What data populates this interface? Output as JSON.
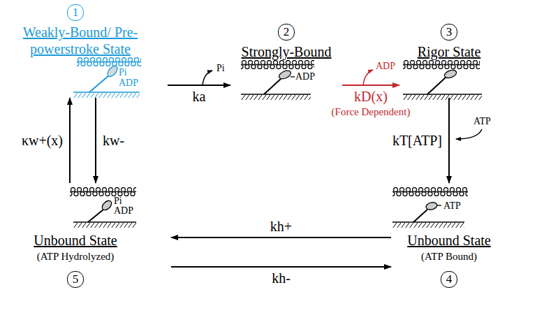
{
  "diagram": {
    "nodes": [
      {
        "text": [
          "1",
          "Weakly-Bound/ Pre-powerstroke State"
        ]
      },
      {
        "text": [
          "2",
          "Strongly-Bound"
        ]
      },
      {
        "text": [
          "3",
          "Rigor State"
        ]
      },
      {
        "text": [
          "4",
          "Unbound State",
          "(ATP Bound)"
        ]
      },
      {
        "text": [
          "5",
          "Unbound State",
          "(ATP Hydrolyzed)"
        ]
      }
    ],
    "edges": [
      {
        "from": 0,
        "to": 1,
        "arrow": "to",
        "label": "ka"
      },
      {
        "from": 1,
        "to": 2,
        "arrow": "to",
        "label": "kD(x)"
      },
      {
        "from": 2,
        "to": 3,
        "arrow": "to",
        "label": "kT[ATP]"
      },
      {
        "from": 3,
        "to": 4,
        "arrow": "to",
        "label": "kh+"
      },
      {
        "from": 4,
        "to": 3,
        "arrow": "to",
        "label": "kh-"
      },
      {
        "from": 4,
        "to": 0,
        "arrow": "to",
        "label": "κw+(x)"
      },
      {
        "from": 0,
        "to": 4,
        "arrow": "to",
        "label": "kw-"
      }
    ],
    "labels": [
      "Pi",
      "ADP",
      "Pi",
      "ADP",
      "ADP",
      "(Force Dependent)",
      "ATP",
      "ATP",
      "Pi",
      "ADP"
    ]
  }
}
